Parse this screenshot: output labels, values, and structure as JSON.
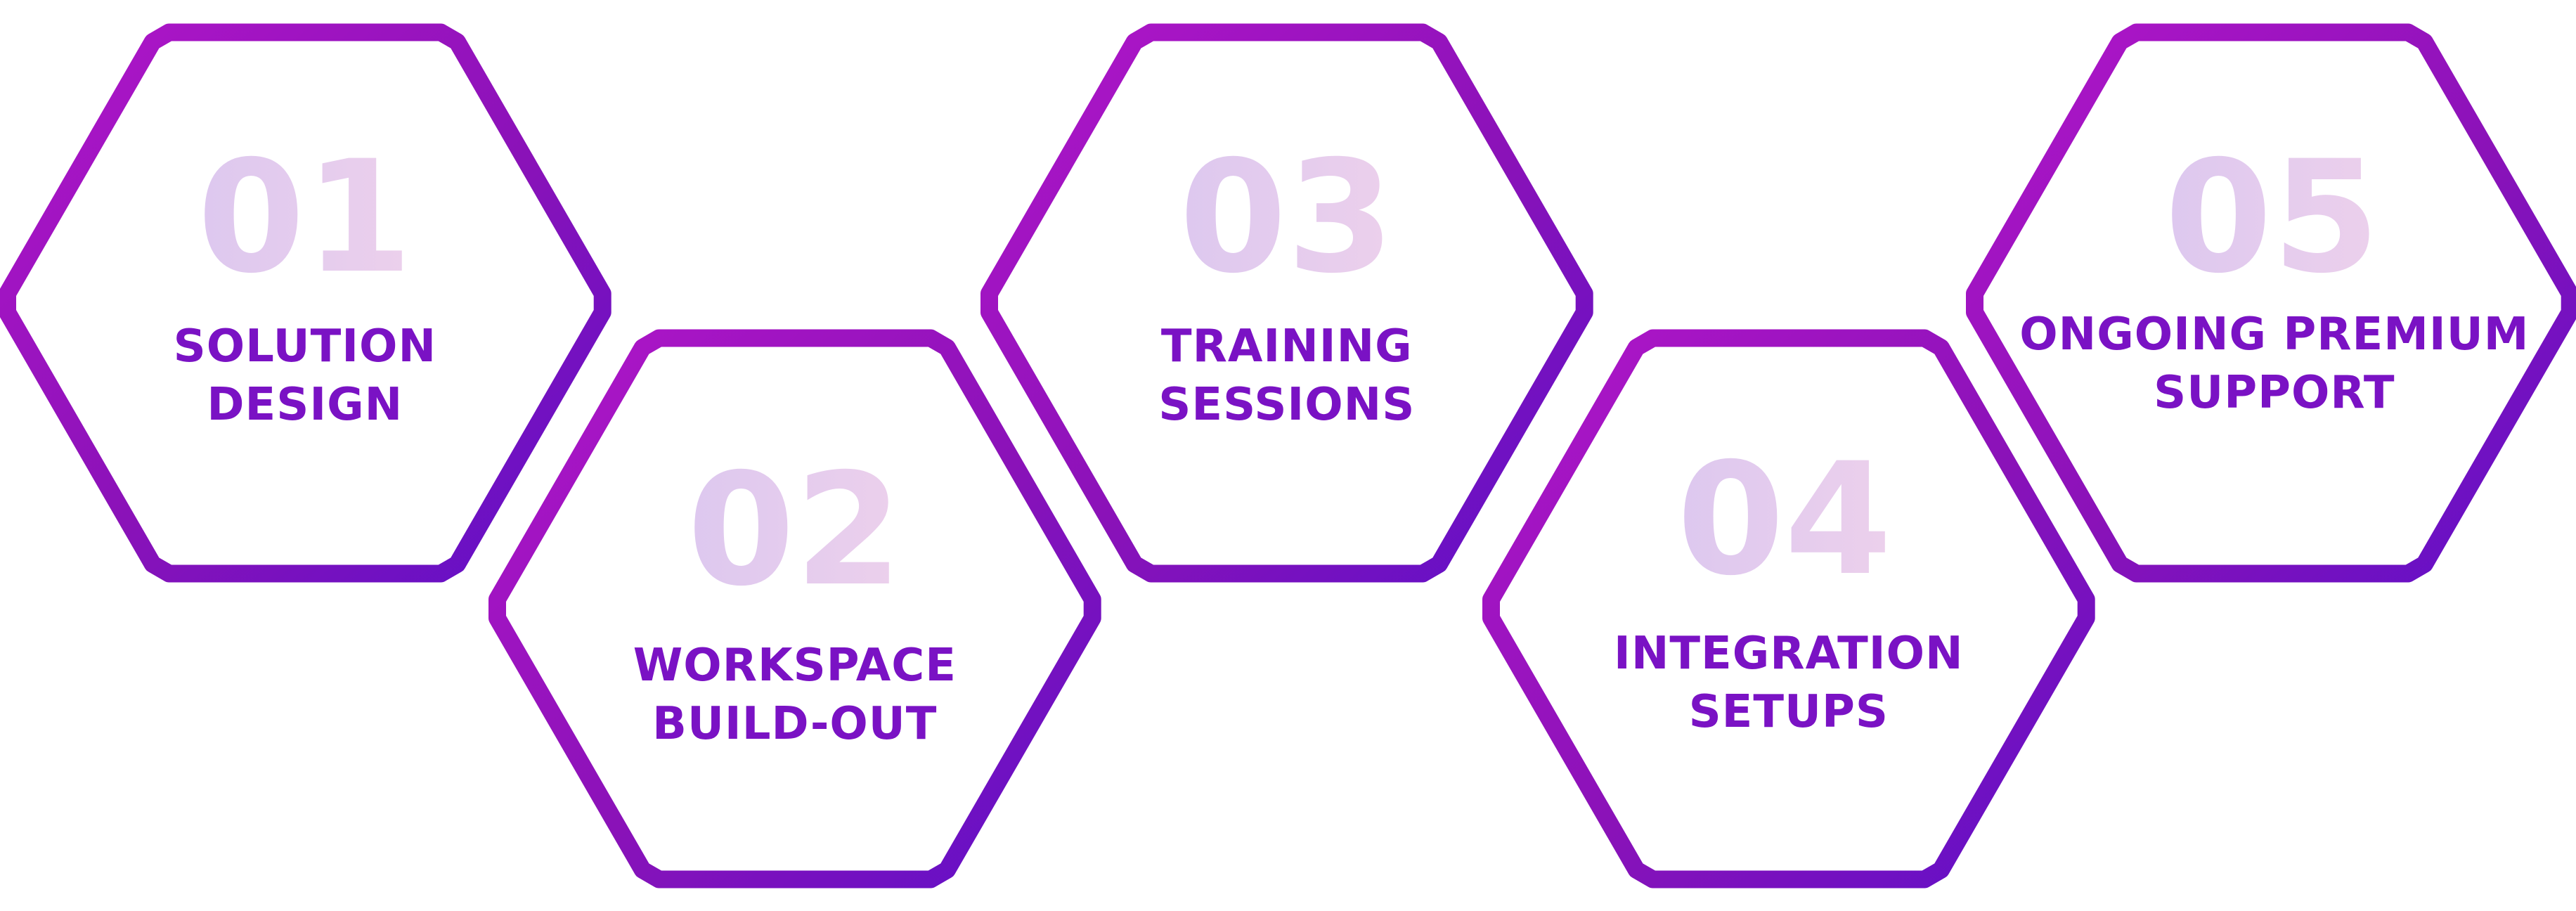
{
  "colors": {
    "stroke_start": "#b116c9",
    "stroke_mid": "#8a12b8",
    "stroke_end": "#5f10c8",
    "number_start": "#ddc8ef",
    "number_end": "#ecd0ec",
    "title_text": "#7a12c4",
    "background": "#ffffff"
  },
  "steps": [
    {
      "number": "01",
      "title_line1": "SOLUTION",
      "title_line2": "DESIGN"
    },
    {
      "number": "02",
      "title_line1": "WORKSPACE",
      "title_line2": "BUILD-OUT"
    },
    {
      "number": "03",
      "title_line1": "TRAINING",
      "title_line2": "SESSIONS"
    },
    {
      "number": "04",
      "title_line1": "INTEGRATION",
      "title_line2": "SETUPS"
    },
    {
      "number": "05",
      "title_line1": "ONGOING PREMIUM",
      "title_line2": "SUPPORT"
    }
  ]
}
